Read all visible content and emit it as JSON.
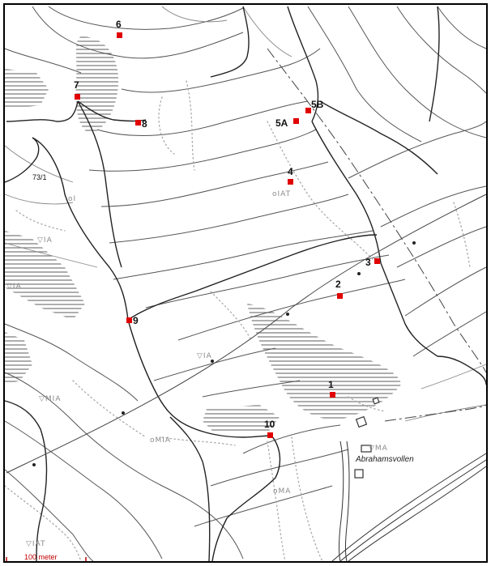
{
  "map": {
    "place_name": "Abrahamsvollen",
    "parcel_label": "73/1",
    "scale_label": "100 meter",
    "marker_color": "#e00000",
    "scale_color": "#c00000"
  },
  "sites": [
    {
      "id": "1",
      "label": "1"
    },
    {
      "id": "2",
      "label": "2"
    },
    {
      "id": "3",
      "label": "3"
    },
    {
      "id": "4",
      "label": "4"
    },
    {
      "id": "5A",
      "label": "5A"
    },
    {
      "id": "5B",
      "label": "5B"
    },
    {
      "id": "6",
      "label": "6"
    },
    {
      "id": "7",
      "label": "7"
    },
    {
      "id": "8",
      "label": "8"
    },
    {
      "id": "9",
      "label": "9"
    },
    {
      "id": "10",
      "label": "10"
    }
  ],
  "vegetation_codes": [
    "oIAT",
    "▽IA",
    "▽IA",
    "▽IA",
    "▽MIA",
    "oMIA",
    "▽MA",
    "oMA",
    "▽IAT",
    "oI"
  ]
}
